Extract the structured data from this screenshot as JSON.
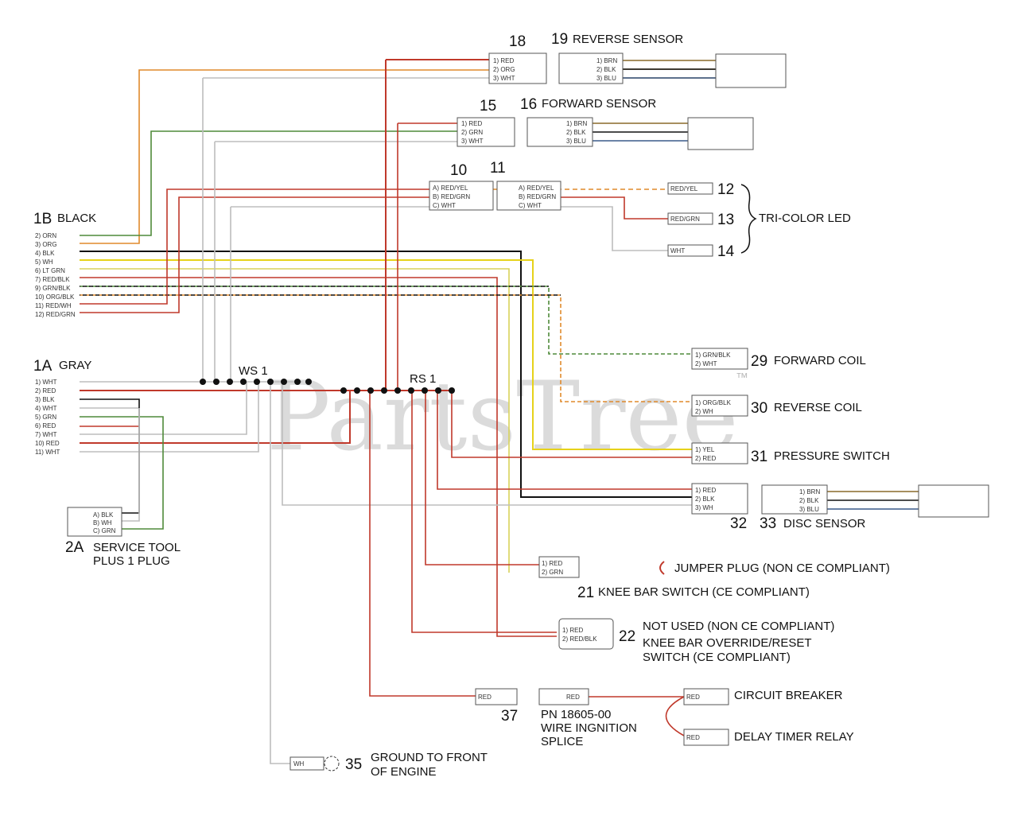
{
  "watermark": {
    "text": "PartsTree",
    "tm": "™"
  },
  "headers": {
    "h1B": {
      "num": "1B",
      "name": "BLACK"
    },
    "h1A": {
      "num": "1A",
      "name": "GRAY"
    },
    "ws1": "WS 1",
    "rs1": "RS 1"
  },
  "pins_1B": [
    "2) ORN",
    "3) ORG",
    "4) BLK",
    "5) WH",
    "6) LT GRN",
    "7) RED/BLK",
    "9) GRN/BLK",
    "10) ORG/BLK",
    "11) RED/WH",
    "12) RED/GRN"
  ],
  "pins_1A": [
    "1) WHT",
    "2) RED",
    "3) BLK",
    "4) WHT",
    "5) GRN",
    "6) RED",
    "7) WHT",
    "10) RED",
    "11) WHT"
  ],
  "pins_2A": [
    "A) BLK",
    "B) WH",
    "C) GRN"
  ],
  "components": {
    "c18": {
      "num": "18",
      "pins": [
        "1) RED",
        "2) ORG",
        "3) WHT"
      ]
    },
    "c19": {
      "num": "19",
      "name": "REVERSE SENSOR",
      "pins": [
        "1) BRN",
        "2) BLK",
        "3) BLU"
      ]
    },
    "c15": {
      "num": "15",
      "pins": [
        "1) RED",
        "2) GRN",
        "3) WHT"
      ]
    },
    "c16": {
      "num": "16",
      "name": "FORWARD SENSOR",
      "pins": [
        "1) BRN",
        "2) BLK",
        "3) BLU"
      ]
    },
    "c10": {
      "num": "10",
      "pins": [
        "A) RED/YEL",
        "B) RED/GRN",
        "C) WHT"
      ]
    },
    "c11": {
      "num": "11",
      "pins": [
        "A) RED/YEL",
        "B) RED/GRN",
        "C) WHT"
      ]
    },
    "c12": {
      "num": "12",
      "wire": "RED/YEL"
    },
    "c13": {
      "num": "13",
      "wire": "RED/GRN"
    },
    "c14": {
      "num": "14",
      "wire": "WHT"
    },
    "tricolor": "TRI-COLOR LED",
    "c29": {
      "num": "29",
      "name": "FORWARD COIL",
      "pins": [
        "1) GRN/BLK",
        "2) WHT"
      ]
    },
    "c30": {
      "num": "30",
      "name": "REVERSE COIL",
      "pins": [
        "1) ORG/BLK",
        "2) WH"
      ]
    },
    "c31": {
      "num": "31",
      "name": "PRESSURE SWITCH",
      "pins": [
        "1) YEL",
        "2) RED"
      ]
    },
    "c32": {
      "num": "32",
      "pins": [
        "1) RED",
        "2) BLK",
        "3) WH"
      ]
    },
    "c33": {
      "num": "33",
      "name": "DISC SENSOR",
      "pins": [
        "1) BRN",
        "2) BLK",
        "3) BLU"
      ]
    },
    "c2A": {
      "num": "2A",
      "name1": "SERVICE TOOL",
      "name2": "PLUS 1 PLUG"
    },
    "jumper": "JUMPER PLUG (NON CE COMPLIANT)",
    "c21": {
      "num": "21",
      "name": "KNEE BAR SWITCH (CE COMPLIANT)",
      "pins": [
        "1) RED",
        "2) GRN"
      ]
    },
    "c22": {
      "num": "22",
      "line1": "NOT USED (NON CE COMPLIANT)",
      "line2": "KNEE BAR OVERRIDE/RESET",
      "line3": "SWITCH (CE COMPLIANT)",
      "pins": [
        "1) RED",
        "2) RED/BLK"
      ]
    },
    "c37": {
      "num": "37",
      "wire": "RED"
    },
    "splice": {
      "wire": "RED",
      "line1": "PN 18605-00",
      "line2": "WIRE INGNITION",
      "line3": "SPLICE"
    },
    "breaker": {
      "name": "CIRCUIT BREAKER",
      "wire": "RED"
    },
    "timer": {
      "name": "DELAY TIMER RELAY",
      "wire": "RED"
    },
    "c35": {
      "num": "35",
      "line1": "GROUND TO FRONT",
      "line2": "OF ENGINE",
      "wire": "WH"
    }
  },
  "colors": {
    "red": "#c0392b",
    "orange": "#e08a2c",
    "green": "#4f8a3a",
    "black": "#111111",
    "white_wire": "#bdbdbd",
    "yellow": "#e6d21a",
    "brown": "#8a6a2a",
    "blue": "#3a5a8a"
  }
}
